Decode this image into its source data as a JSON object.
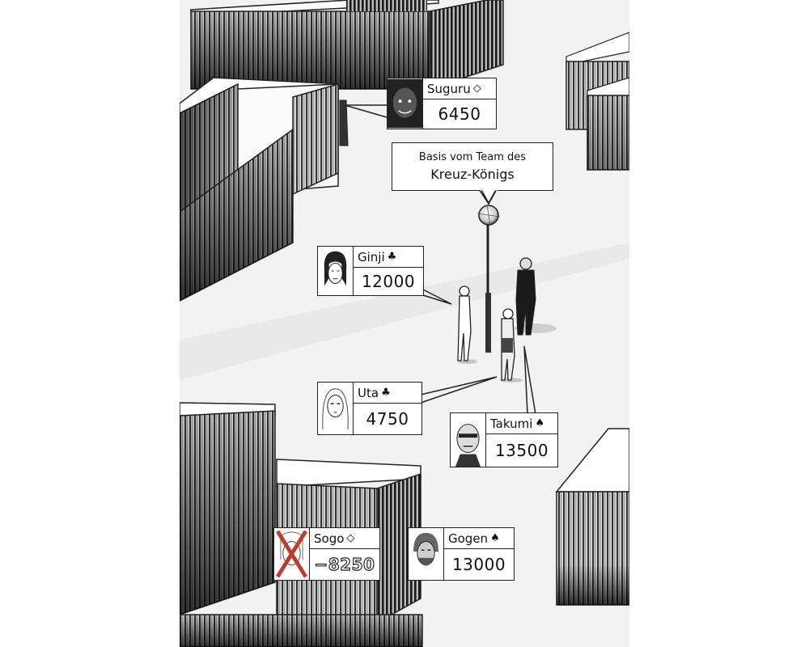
{
  "callout": {
    "line1": "Basis vom Team des",
    "line2": "Kreuz-Königs"
  },
  "players": [
    {
      "id": "suguru",
      "name": "Suguru",
      "suit_symbol": "◇",
      "suit_name": "diamond",
      "score": "6450",
      "eliminated": false
    },
    {
      "id": "ginji",
      "name": "Ginji",
      "suit_symbol": "♣",
      "suit_name": "club",
      "score": "12000",
      "eliminated": false
    },
    {
      "id": "uta",
      "name": "Uta",
      "suit_symbol": "♣",
      "suit_name": "club",
      "score": "4750",
      "eliminated": false
    },
    {
      "id": "takumi",
      "name": "Takumi",
      "suit_symbol": "♠",
      "suit_name": "spade",
      "score": "13500",
      "eliminated": false
    },
    {
      "id": "sogo",
      "name": "Sogo",
      "suit_symbol": "◇",
      "suit_name": "diamond",
      "score": "−8250",
      "eliminated": true
    },
    {
      "id": "gogen",
      "name": "Gogen",
      "suit_symbol": "♠",
      "suit_name": "spade",
      "score": "13000",
      "eliminated": false
    }
  ],
  "icons": {
    "elimination_mark": "red-x-icon",
    "lamp": "street-lamp-icon"
  },
  "colors": {
    "ink": "#111111",
    "paper": "#ffffff",
    "ground": "#f0f0f0",
    "elimination": "#c0392b"
  }
}
